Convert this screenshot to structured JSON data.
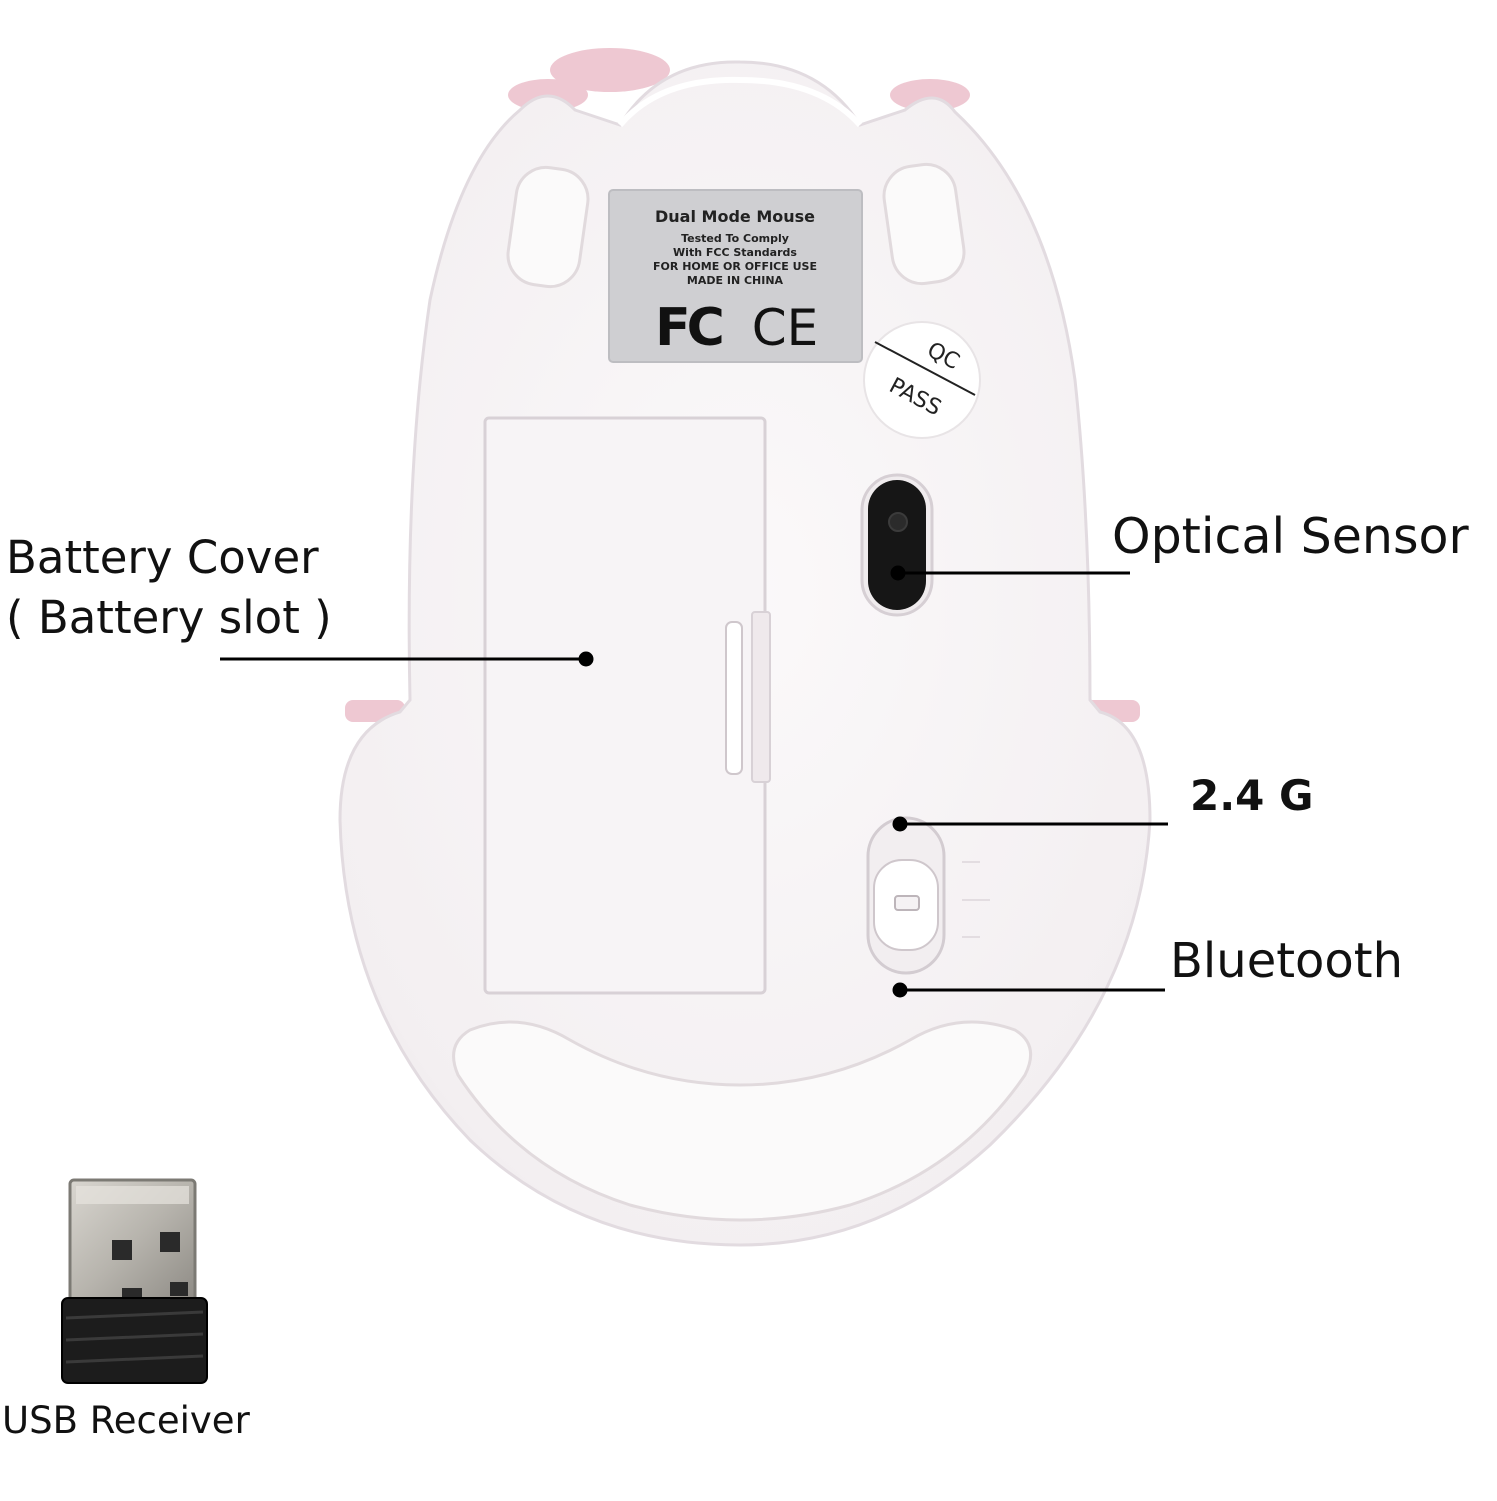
{
  "callouts": {
    "battery_cover": "Battery Cover",
    "battery_slot": "( Battery slot )",
    "optical_sensor": "Optical Sensor",
    "mode_24g": "2.4 G",
    "bluetooth": "Bluetooth",
    "usb_receiver": "USB Receiver"
  },
  "sticker": {
    "title": "Dual Mode Mouse",
    "line1": "Tested To Comply",
    "line2": "With FCC Standards",
    "line3": "FOR HOME OR OFFICE USE",
    "line4": "MADE IN CHINA",
    "mark_fc": "FC",
    "mark_ce": "CE"
  },
  "qc_seal": {
    "line1": "QC",
    "line2": "PASS"
  },
  "colors": {
    "body": "#f6f2f4",
    "body_shadow": "#e3dde1",
    "accent_pink": "#eec8d2",
    "sticker_bg": "#cfcfd2",
    "sensor": "#161616",
    "label_text": "#111111"
  }
}
